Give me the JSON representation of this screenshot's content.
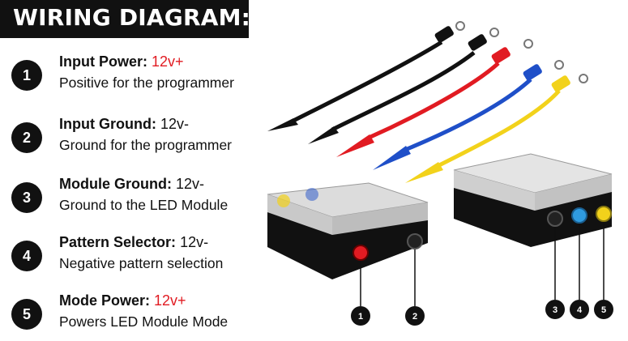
{
  "header": {
    "title": "WIRING DIAGRAM:"
  },
  "colors": {
    "red": "#e11b22",
    "black": "#111111",
    "blue": "#1f4fc8",
    "yellow": "#f2d21b"
  },
  "items": [
    {
      "num": "1",
      "title": "Input Power:",
      "volt": "12v+",
      "volt_color": "red",
      "desc": "Positive for the programmer"
    },
    {
      "num": "2",
      "title": "Input Ground:",
      "volt": "12v-",
      "volt_color": "black",
      "desc": "Ground for the programmer"
    },
    {
      "num": "3",
      "title": "Module Ground:",
      "volt": "12v-",
      "volt_color": "black",
      "desc": "Ground to the LED Module"
    },
    {
      "num": "4",
      "title": "Pattern Selector:",
      "volt": "12v-",
      "volt_color": "black",
      "desc": "Negative pattern selection"
    },
    {
      "num": "5",
      "title": "Mode Power:",
      "volt": "12v+",
      "volt_color": "red",
      "desc": "Powers LED Module Mode"
    }
  ],
  "diagram_labels": [
    "1",
    "2",
    "3",
    "4",
    "5"
  ]
}
